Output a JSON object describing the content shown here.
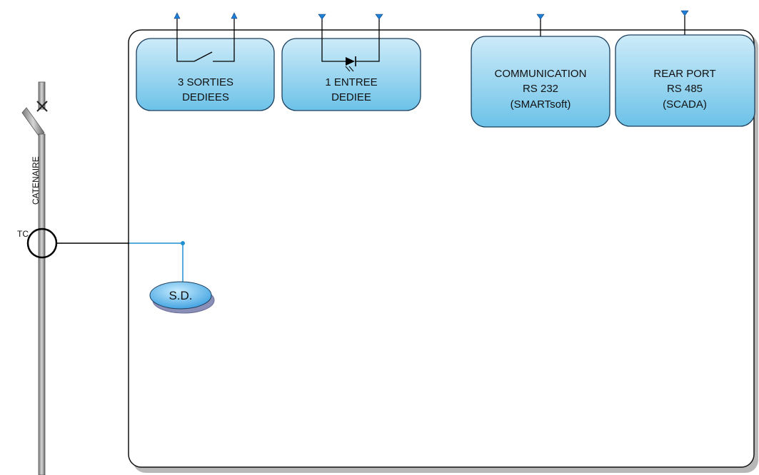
{
  "conductor": {
    "label": "CATENAIRE"
  },
  "ct": {
    "label": "TC"
  },
  "modules": {
    "outputs": {
      "line1": "3 SORTIES",
      "line2": "DEDIEES"
    },
    "input": {
      "line1": "1 ENTREE",
      "line2": "DEDIEE"
    },
    "comm": {
      "line1": "COMMUNICATION",
      "line2": "RS 232",
      "line3": "(SMARTsoft)"
    },
    "rear": {
      "line1": "REAR PORT",
      "line2": "RS 485",
      "line3": "(SCADA)"
    }
  },
  "function_block": {
    "label": "S.D."
  },
  "colors": {
    "module_fill_top": "#c2e6f7",
    "module_fill_bottom": "#6ec3e8",
    "module_stroke": "#1c3f5e",
    "arrow_blue": "#1e7fd8",
    "signal_line": "#1f8fcf",
    "conductor_gray": "#9a9a9a"
  }
}
